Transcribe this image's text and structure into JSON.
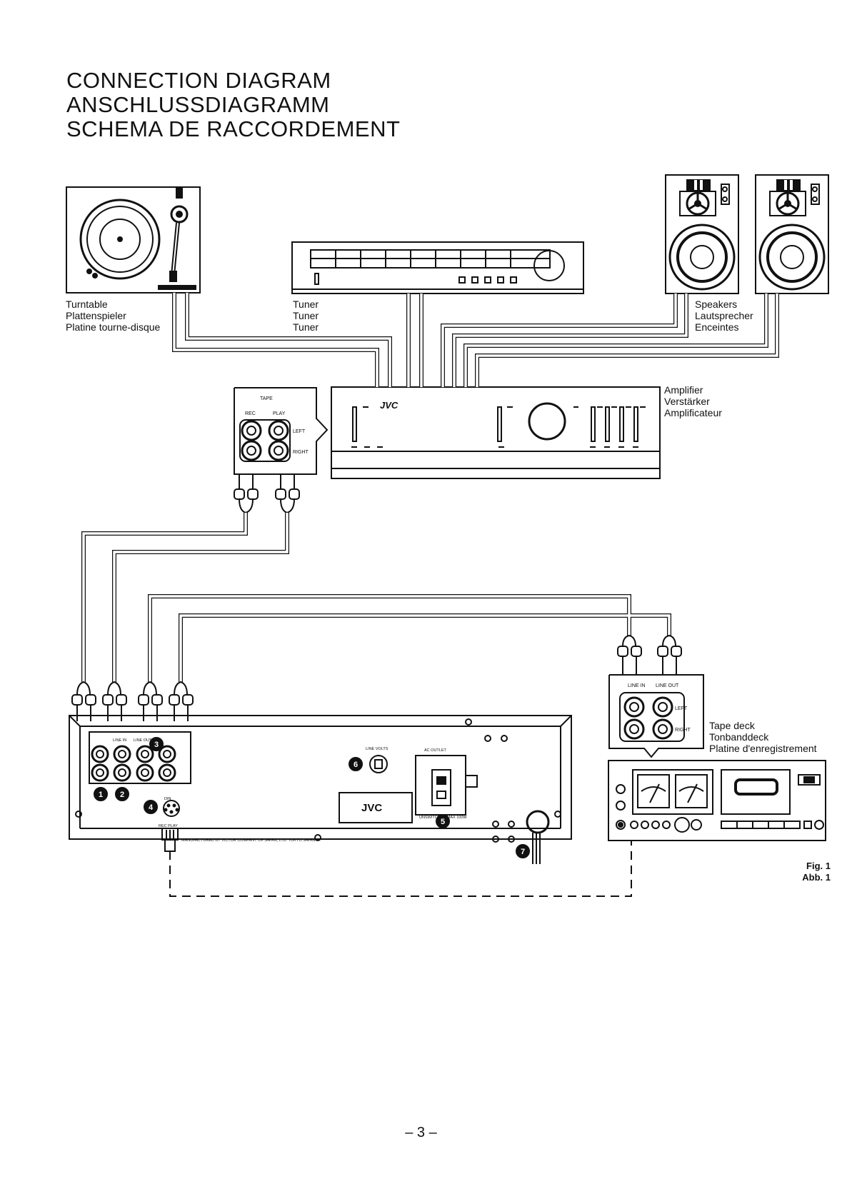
{
  "title": {
    "line1": "CONNECTION DIAGRAM",
    "line2": "ANSCHLUSSDIAGRAMM",
    "line3": "SCHEMA DE RACCORDEMENT"
  },
  "labels": {
    "turntable": [
      "Turntable",
      "Plattenspieler",
      "Platine tourne-disque"
    ],
    "tuner": [
      "Tuner",
      "Tuner",
      "Tuner"
    ],
    "speakers": [
      "Speakers",
      "Lautsprecher",
      "Enceintes"
    ],
    "amplifier": [
      "Amplifier",
      "Verstärker",
      "Amplificateur"
    ],
    "tape_deck": [
      "Tape deck",
      "Tonbanddeck",
      "Platine d'enregistrement"
    ]
  },
  "panel_text": {
    "tape": "TAPE",
    "rec": "REC",
    "play": "PLAY",
    "left": "LEFT",
    "right": "RIGHT",
    "line_in": "LINE IN",
    "line_out": "LINE OUT",
    "jvc": "JVC",
    "din": "DIN",
    "rec_play": "REC PLAY",
    "ac_outlet": "AC OUTLET",
    "unswitched": "UNSWITCHED MAX 100W",
    "line_voltage": "LINE VOLTS",
    "made_by": "MANUFACTURED BY VICTOR COMPANY OF JAPAN, LTD. TOKYO JAPAN"
  },
  "callouts": [
    "1",
    "2",
    "3",
    "4",
    "5",
    "6",
    "7"
  ],
  "figure": [
    "Fig. 1",
    "Abb. 1"
  ],
  "page_number": "– 3 –"
}
